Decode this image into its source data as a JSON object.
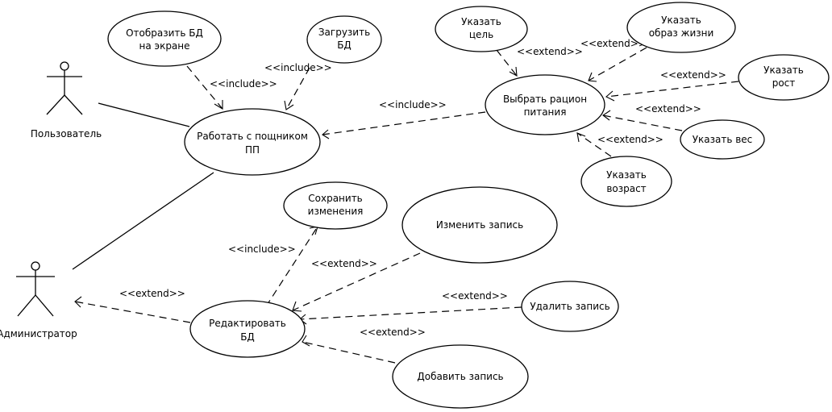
{
  "actors": {
    "user": "Пользователь",
    "admin": "Администратор"
  },
  "usecases": {
    "show_db": [
      "Отобразить БД",
      "на экране"
    ],
    "load_db": [
      "Загрузить",
      "БД"
    ],
    "work": [
      "Работать с пощником",
      "ПП"
    ],
    "choose_diet": [
      "Выбрать рацион",
      "питания"
    ],
    "goal": [
      "Указать",
      "цель"
    ],
    "lifestyle": [
      "Указать",
      "образ жизни"
    ],
    "height": [
      "Указать",
      "рост"
    ],
    "weight": [
      "Указать вес"
    ],
    "age": [
      "Указать",
      "возраст"
    ],
    "save": [
      "Сохранить",
      "изменения"
    ],
    "edit_record": [
      "Изменить запись"
    ],
    "edit_db": [
      "Редактировать",
      "БД"
    ],
    "delete_record": [
      "Удалить запись"
    ],
    "add_record": [
      "Добавить запись"
    ]
  },
  "stereotypes": {
    "include": "<<include>>",
    "extend": "<<extend>>"
  }
}
